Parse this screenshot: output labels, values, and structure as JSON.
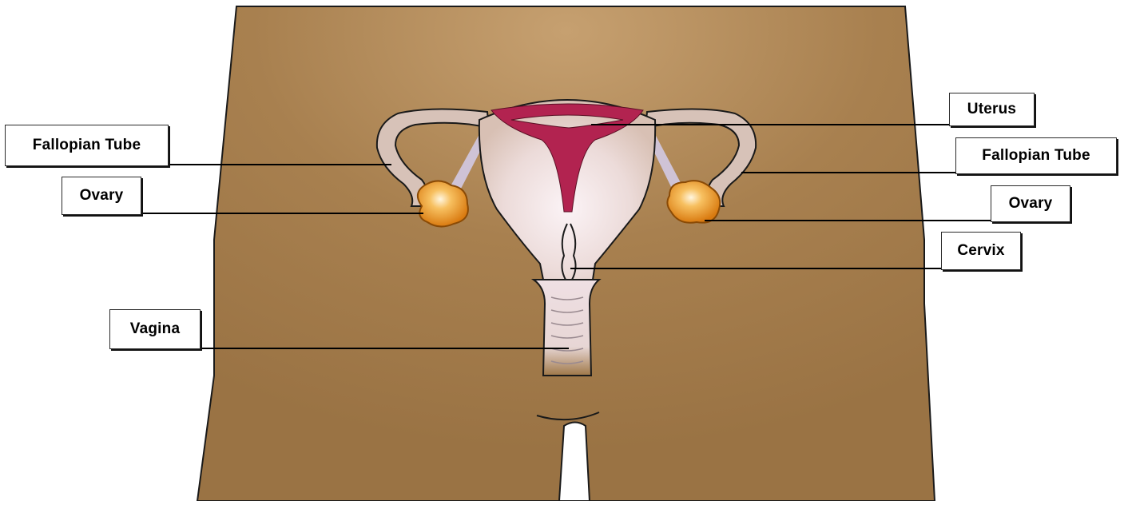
{
  "labels": {
    "uterus": "Uterus",
    "fallopian_tube_left": "Fallopian Tube",
    "fallopian_tube_right": "Fallopian Tube",
    "ovary_left": "Ovary",
    "ovary_right": "Ovary",
    "cervix": "Cervix",
    "vagina": "Vagina"
  },
  "colors": {
    "skin": "#a37a4e",
    "skin_light": "#c49a68",
    "organ": "#e8d2c8",
    "lining": "#b22350",
    "ovary": "#e8901e",
    "outline": "#1a1a1a"
  }
}
